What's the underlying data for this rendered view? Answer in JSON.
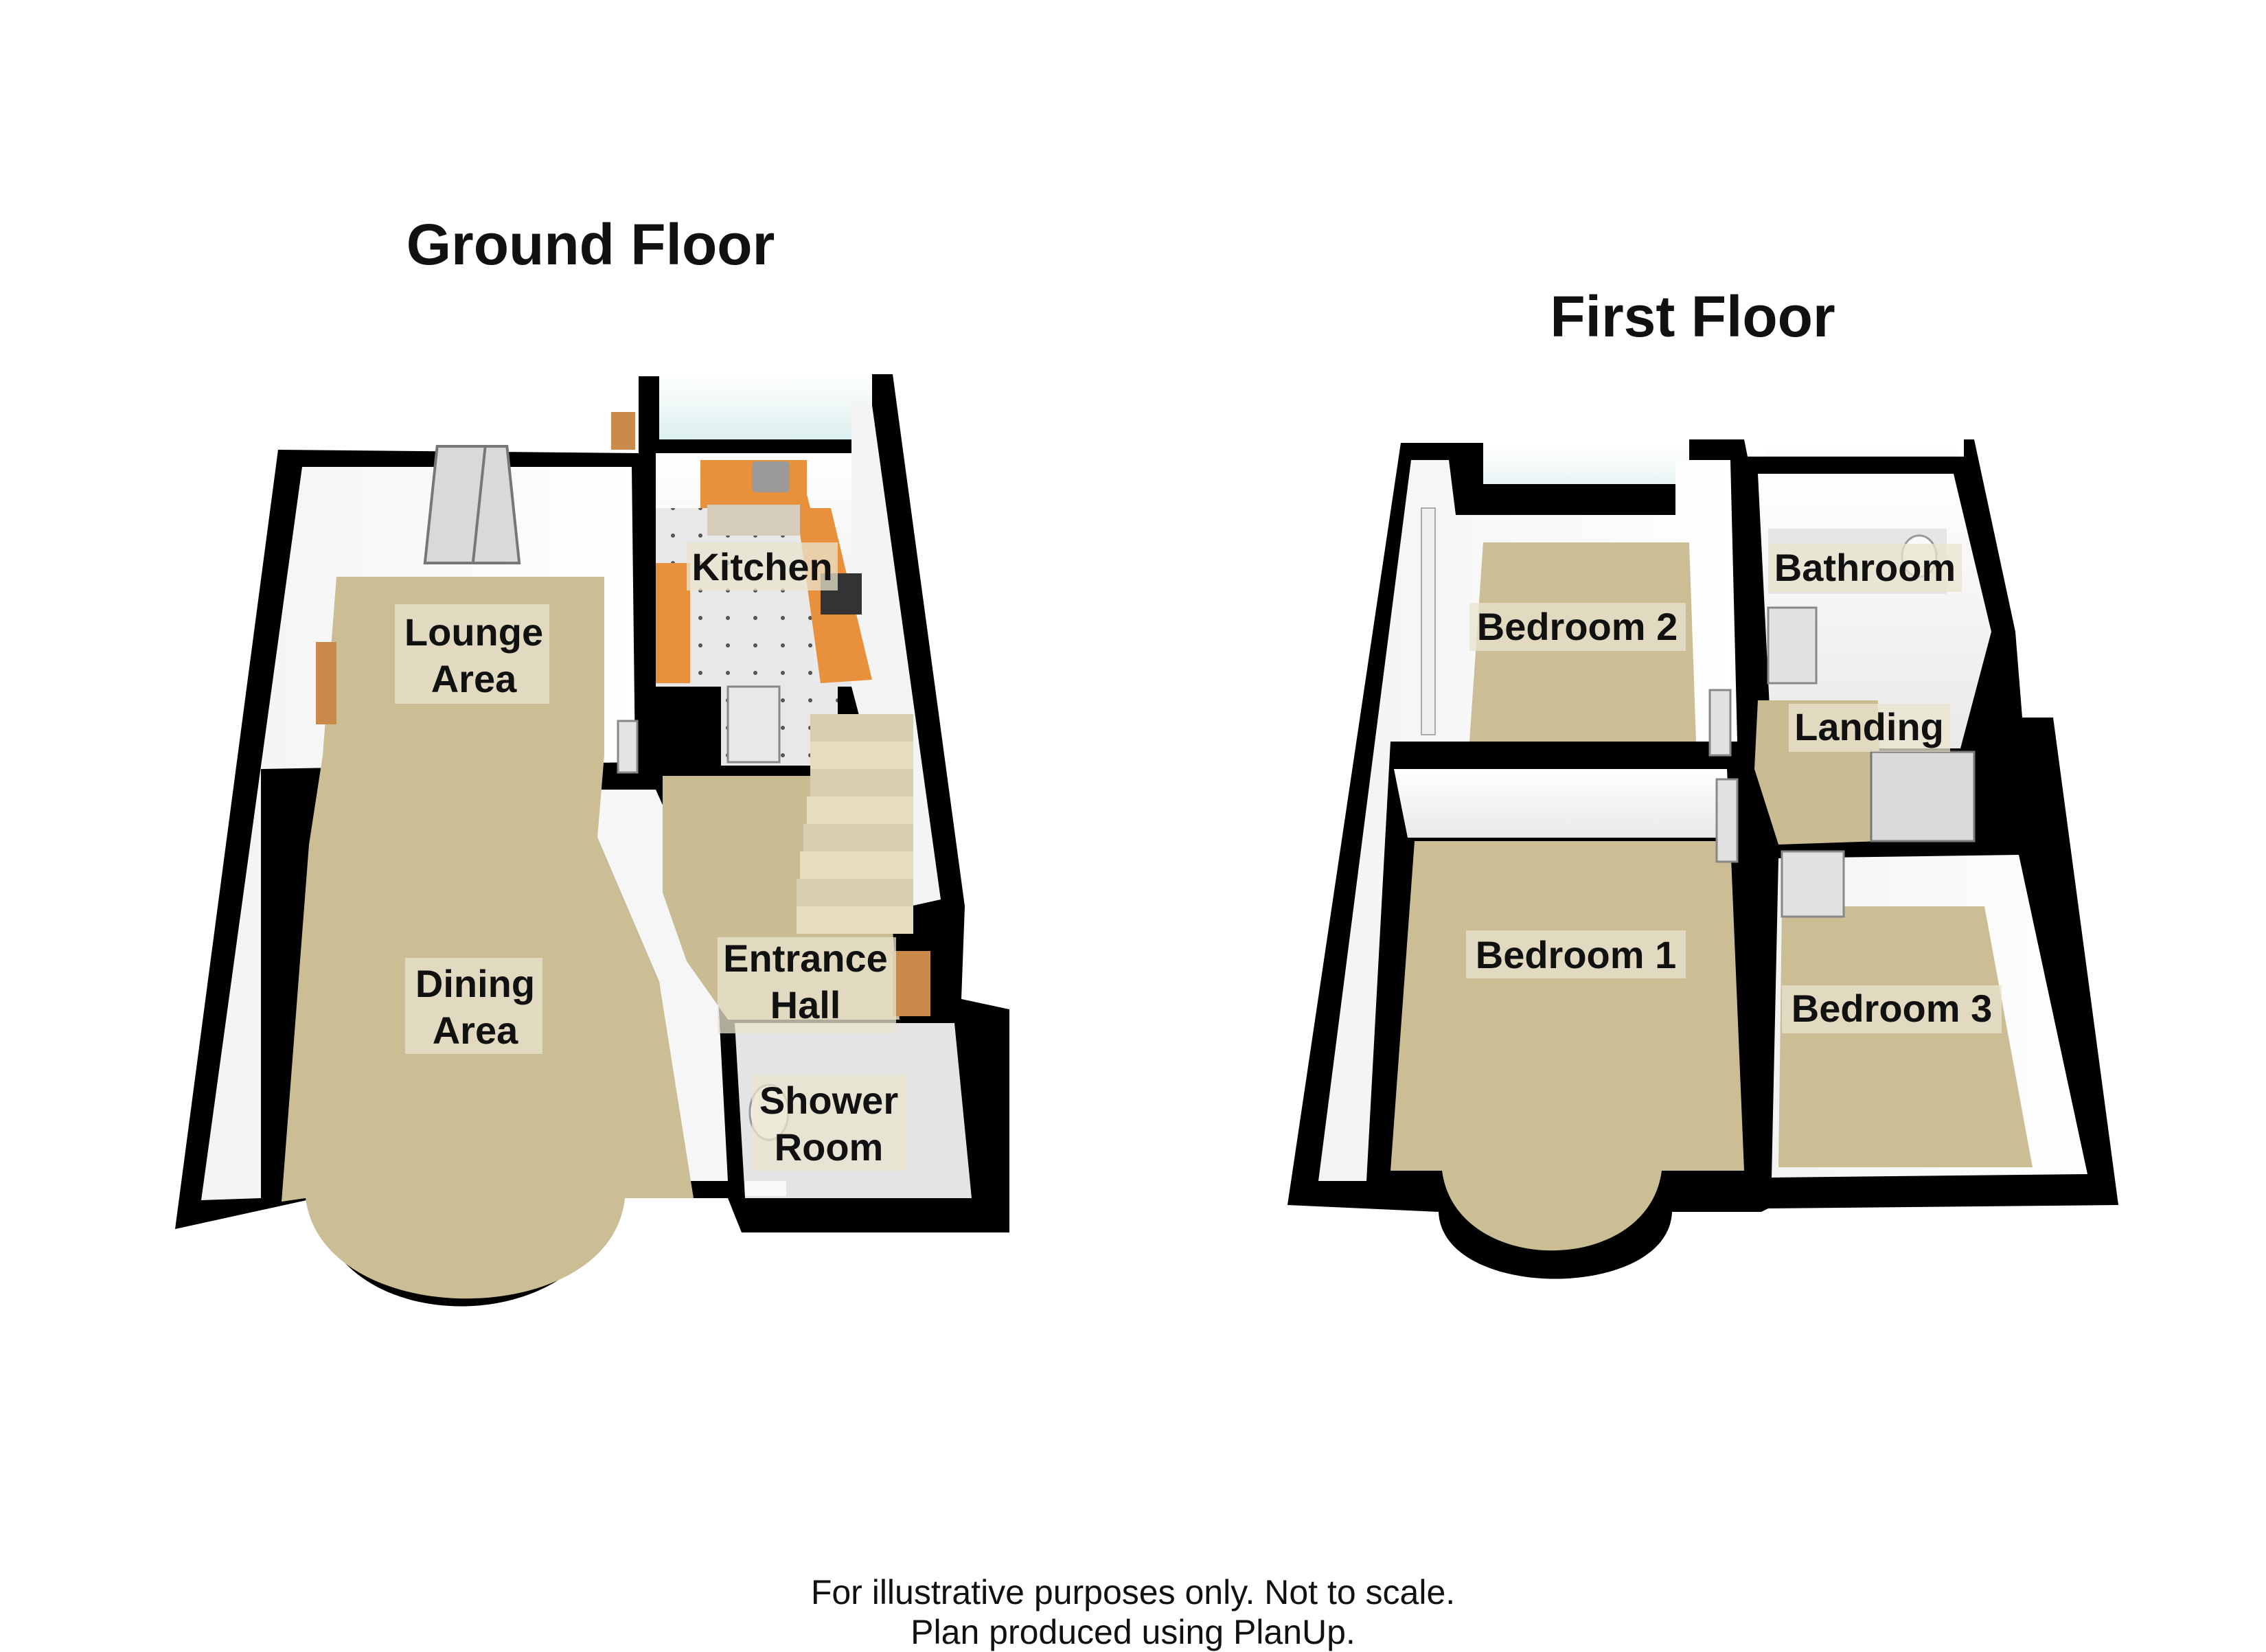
{
  "floors": {
    "ground": {
      "title": "Ground Floor",
      "rooms": {
        "lounge": [
          "Lounge",
          "Area"
        ],
        "kitchen": [
          "Kitchen"
        ],
        "dining": [
          "Dining",
          "Area"
        ],
        "hall": [
          "Entrance",
          "Hall"
        ],
        "shower": [
          "Shower",
          "Room"
        ]
      }
    },
    "first": {
      "title": "First Floor",
      "rooms": {
        "bedroom2": [
          "Bedroom 2"
        ],
        "bathroom": [
          "Bathroom"
        ],
        "landing": [
          "Landing"
        ],
        "bedroom1": [
          "Bedroom 1"
        ],
        "bedroom3": [
          "Bedroom 3"
        ]
      }
    }
  },
  "footer": {
    "line1": "For illustrative purposes only. Not to scale.",
    "line2": "Plan produced using PlanUp."
  },
  "colors": {
    "wall": "#000000",
    "inner_wall": "#ffffff",
    "carpet": "#cbbd94",
    "kitchen_floor": "#e6e6e6",
    "worktop": "#e8903c",
    "bay_shadow": "#2f4a44"
  }
}
